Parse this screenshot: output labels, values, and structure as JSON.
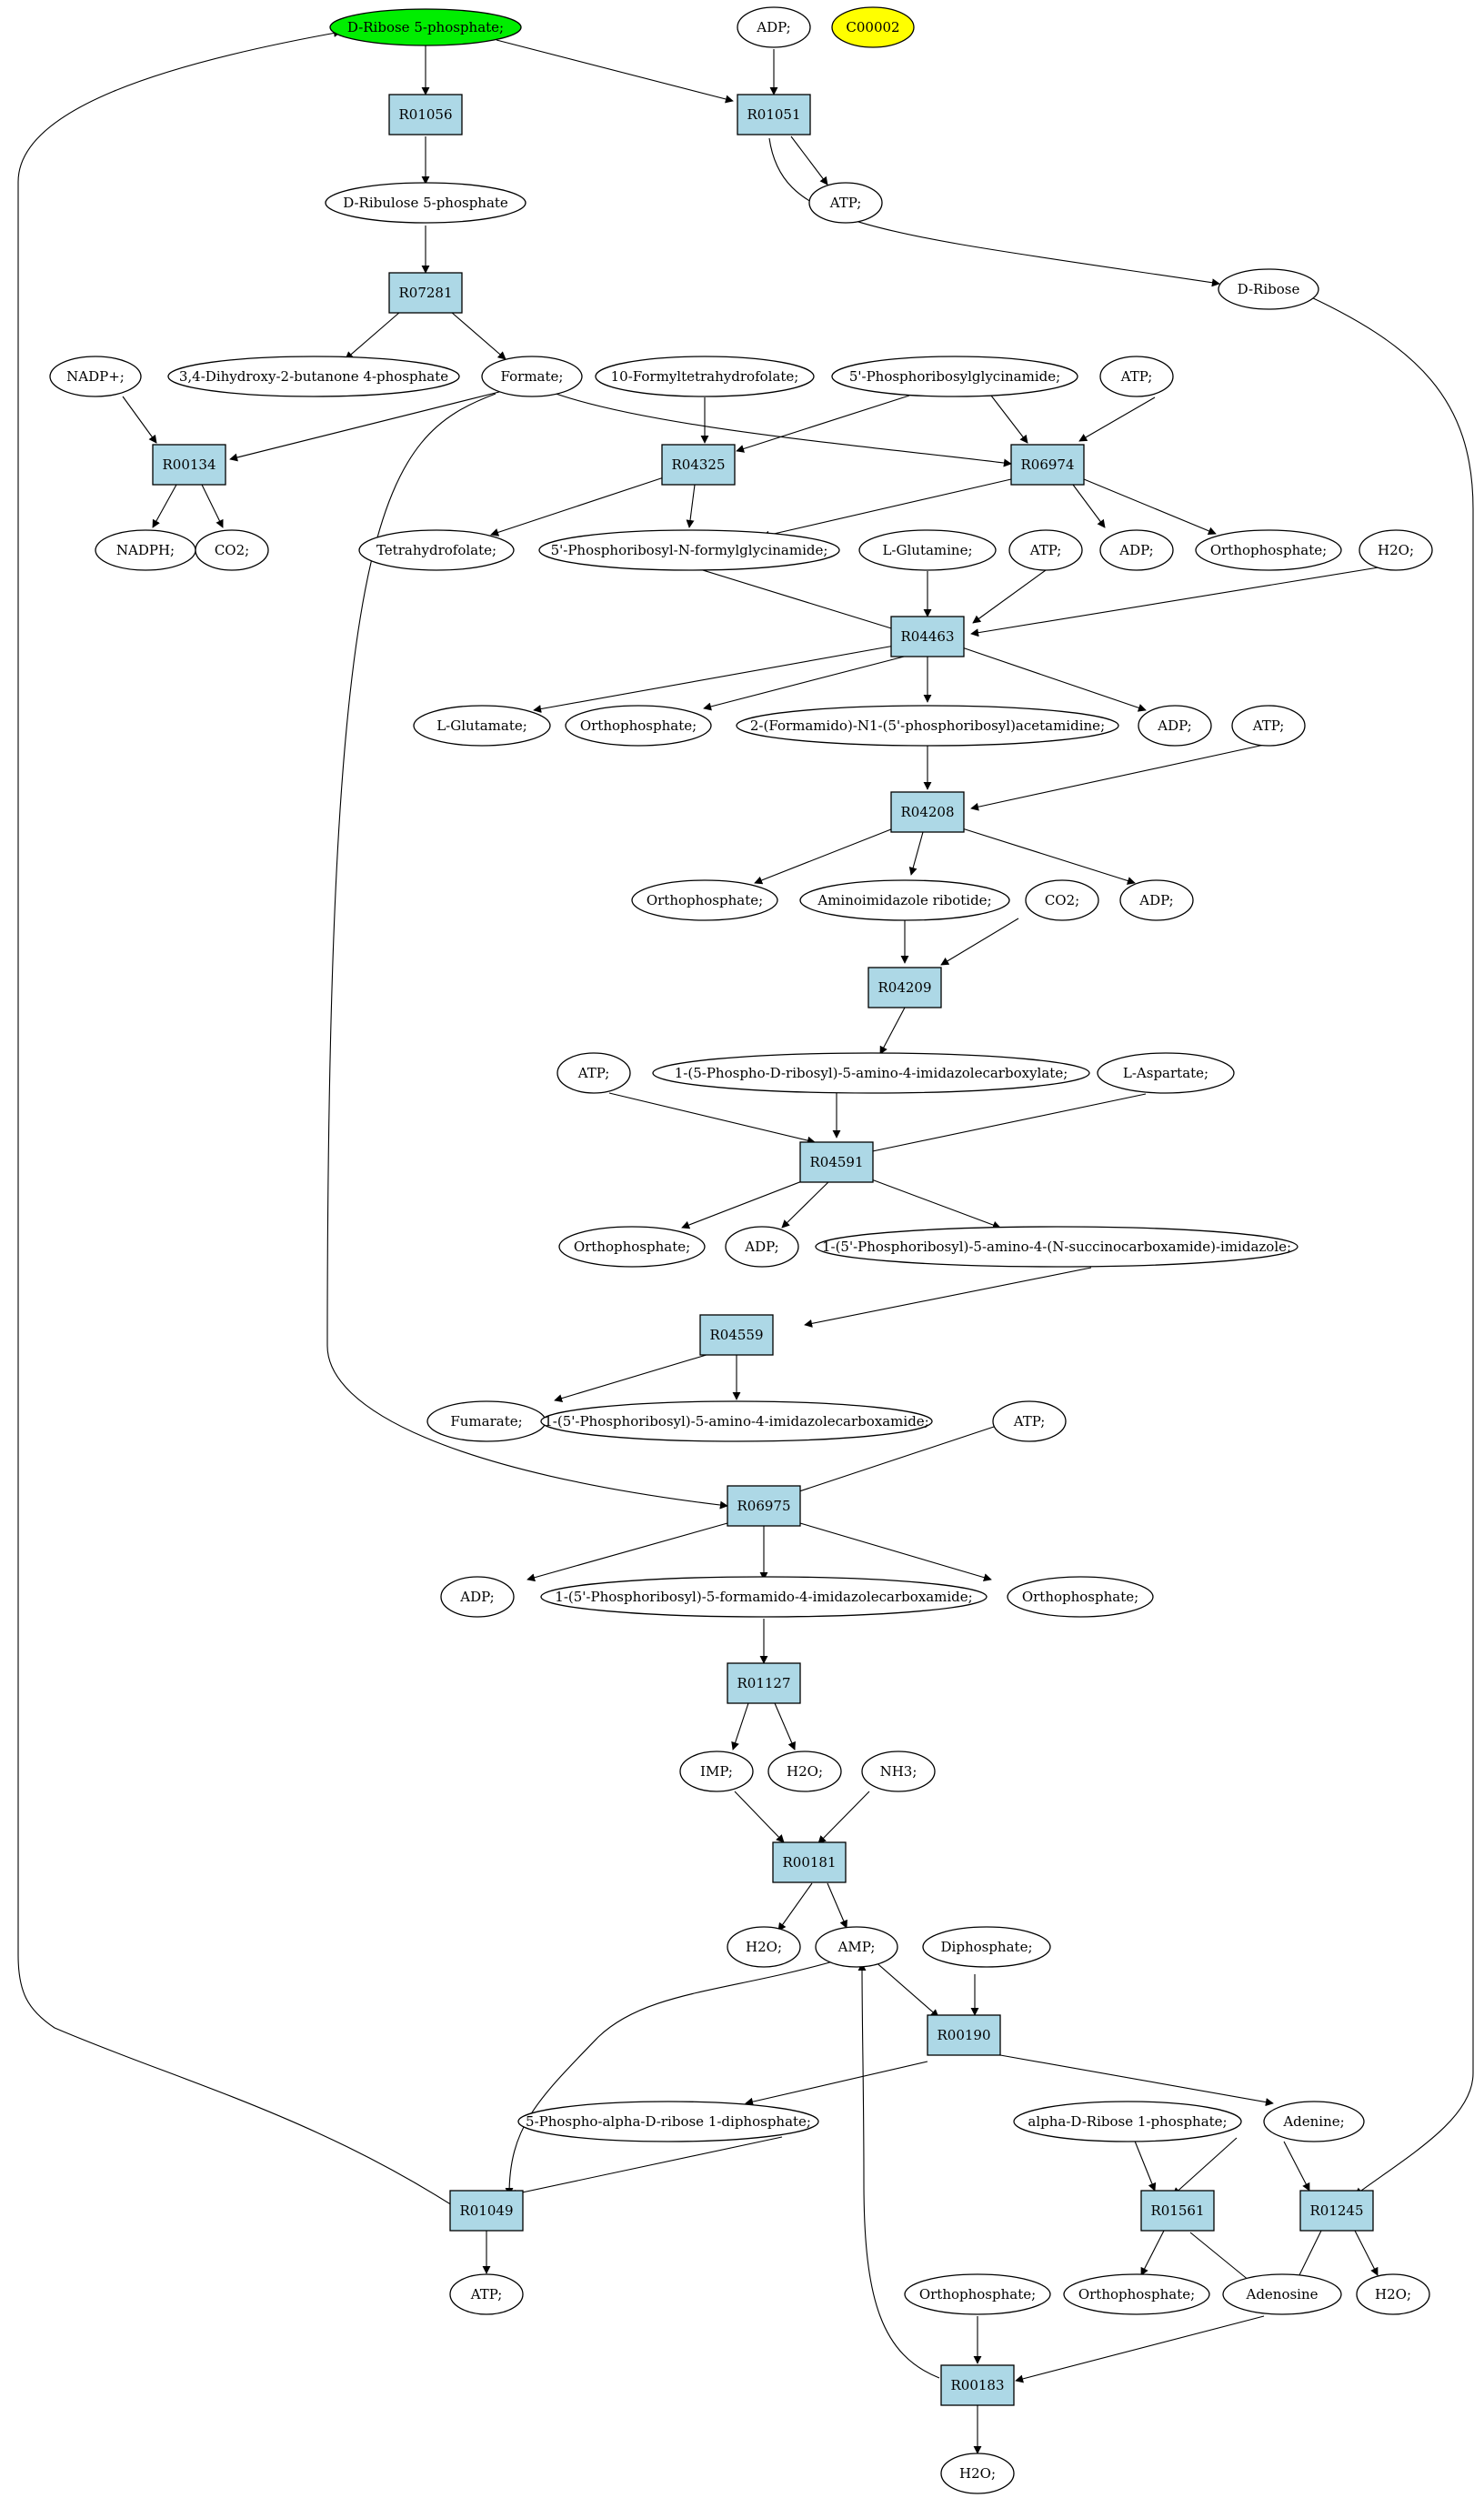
{
  "colors": {
    "reaction_fill": "#add8e6",
    "highlight_metabolite": "#00ee00",
    "compound_id_fill": "#ffff00",
    "metabolite_fill": "#ffffff"
  },
  "reactions": {
    "R01056": "R01056",
    "R01051": "R01051",
    "R07281": "R07281",
    "R00134": "R00134",
    "R04325": "R04325",
    "R06974": "R06974",
    "R04463": "R04463",
    "R04208": "R04208",
    "R04209": "R04209",
    "R04591": "R04591",
    "R04559": "R04559",
    "R06975": "R06975",
    "R01127": "R01127",
    "R00181": "R00181",
    "R00190": "R00190",
    "R01049": "R01049",
    "R01561": "R01561",
    "R01245": "R01245",
    "R00183": "R00183"
  },
  "metabolites": {
    "ribose5p": "D-Ribose 5-phosphate;",
    "adp_top": "ADP;",
    "c00002": "C00002",
    "ribulose5p": "D-Ribulose 5-phosphate",
    "atp_r01051": "ATP;",
    "dribose": "D-Ribose",
    "butanone": "3,4-Dihydroxy-2-butanone 4-phosphate",
    "formate": "Formate;",
    "nadp": "NADP+;",
    "formylthf": "10-Formyltetrahydrofolate;",
    "gar": "5'-Phosphoribosylglycinamide;",
    "atp_r06974": "ATP;",
    "nadph": "NADPH;",
    "co2_r00134": "CO2;",
    "thf": "Tetrahydrofolate;",
    "fgar": "5'-Phosphoribosyl-N-formylglycinamide;",
    "adp_r06974": "ADP;",
    "pi_r06974": "Orthophosphate;",
    "lgln": "L-Glutamine;",
    "atp_r04463": "ATP;",
    "h2o_r04463": "H2O;",
    "lglu": "L-Glutamate;",
    "pi_r04463": "Orthophosphate;",
    "fgam": "2-(Formamido)-N1-(5'-phosphoribosyl)acetamidine;",
    "adp_r04463": "ADP;",
    "atp_r04208": "ATP;",
    "pi_r04208": "Orthophosphate;",
    "air": "Aminoimidazole ribotide;",
    "co2_r04209": "CO2;",
    "adp_r04208": "ADP;",
    "cair": "1-(5-Phospho-D-ribosyl)-5-amino-4-imidazolecarboxylate;",
    "atp_r04591": "ATP;",
    "lasp": "L-Aspartate;",
    "pi_r04591": "Orthophosphate;",
    "adp_r04591": "ADP;",
    "saicar": "1-(5'-Phosphoribosyl)-5-amino-4-(N-succinocarboxamide)-imidazole;",
    "fumarate": "Fumarate;",
    "aicar": "1-(5'-Phosphoribosyl)-5-amino-4-imidazolecarboxamide;",
    "atp_r06975": "ATP;",
    "adp_r06975": "ADP;",
    "faicar": "1-(5'-Phosphoribosyl)-5-formamido-4-imidazolecarboxamide;",
    "pi_r06975": "Orthophosphate;",
    "imp": "IMP;",
    "h2o_r01127": "H2O;",
    "nh3": "NH3;",
    "h2o_r00181": "H2O;",
    "amp": "AMP;",
    "diphosphate": "Diphosphate;",
    "prpp": "5-Phospho-alpha-D-ribose 1-diphosphate;",
    "ribose1p": "alpha-D-Ribose 1-phosphate;",
    "adenine": "Adenine;",
    "atp_r01049": "ATP;",
    "pi_r01561": "Orthophosphate;",
    "adenosine": "Adenosine",
    "h2o_r01245": "H2O;",
    "pi_r00183": "Orthophosphate;",
    "h2o_r00183": "H2O;"
  }
}
